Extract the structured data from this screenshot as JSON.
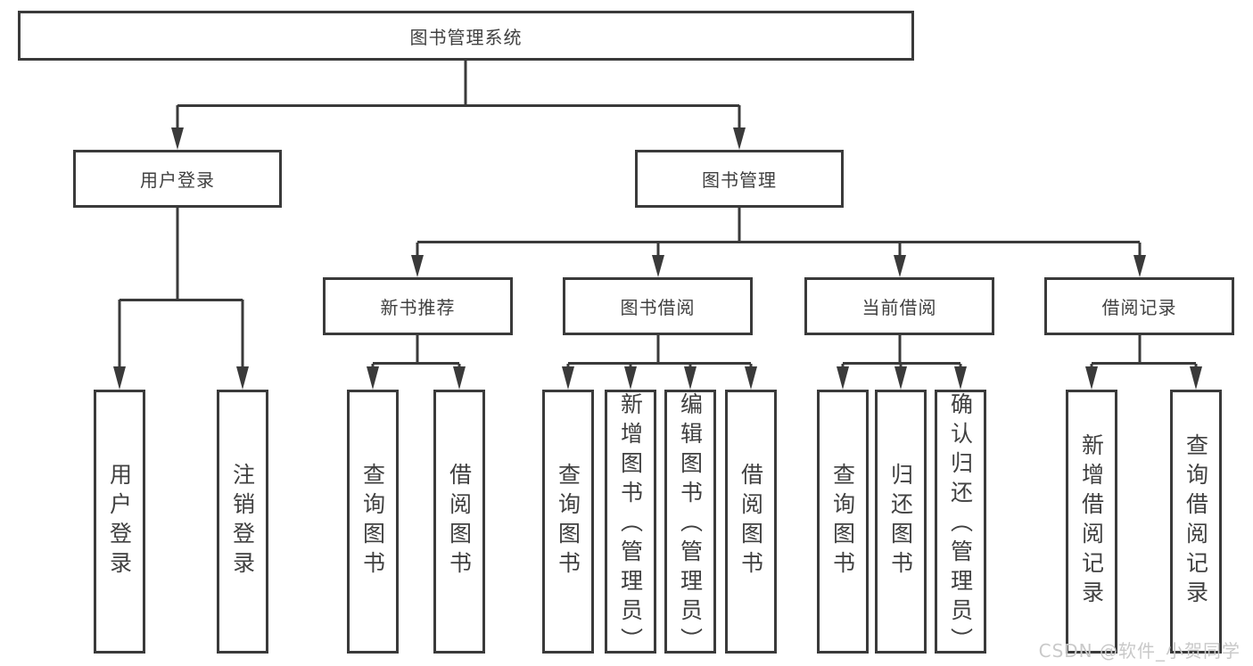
{
  "diagram": {
    "tree": {
      "root": {
        "label": "图书管理系统"
      },
      "branches": [
        {
          "label": "用户登录",
          "children": [
            {
              "label": "用户登录"
            },
            {
              "label": "注销登录"
            }
          ]
        },
        {
          "label": "图书管理",
          "children": [
            {
              "label": "新书推荐",
              "children": [
                {
                  "label": "查询图书"
                },
                {
                  "label": "借阅图书"
                }
              ]
            },
            {
              "label": "图书借阅",
              "children": [
                {
                  "label": "查询图书"
                },
                {
                  "label": "新增图书（管理员）"
                },
                {
                  "label": "编辑图书（管理员）"
                },
                {
                  "label": "借阅图书"
                }
              ]
            },
            {
              "label": "当前借阅",
              "children": [
                {
                  "label": "查询图书"
                },
                {
                  "label": "归还图书"
                },
                {
                  "label": "确认归还（管理员）"
                }
              ]
            },
            {
              "label": "借阅记录",
              "children": [
                {
                  "label": "新增借阅记录"
                },
                {
                  "label": "查询借阅记录"
                }
              ]
            }
          ]
        }
      ]
    },
    "watermark": "CSDN @软件_小贺同学",
    "colors": {
      "line": "#3a3a3a",
      "text": "#404040",
      "background": "#ffffff",
      "watermark": "#c9c9c9"
    }
  }
}
